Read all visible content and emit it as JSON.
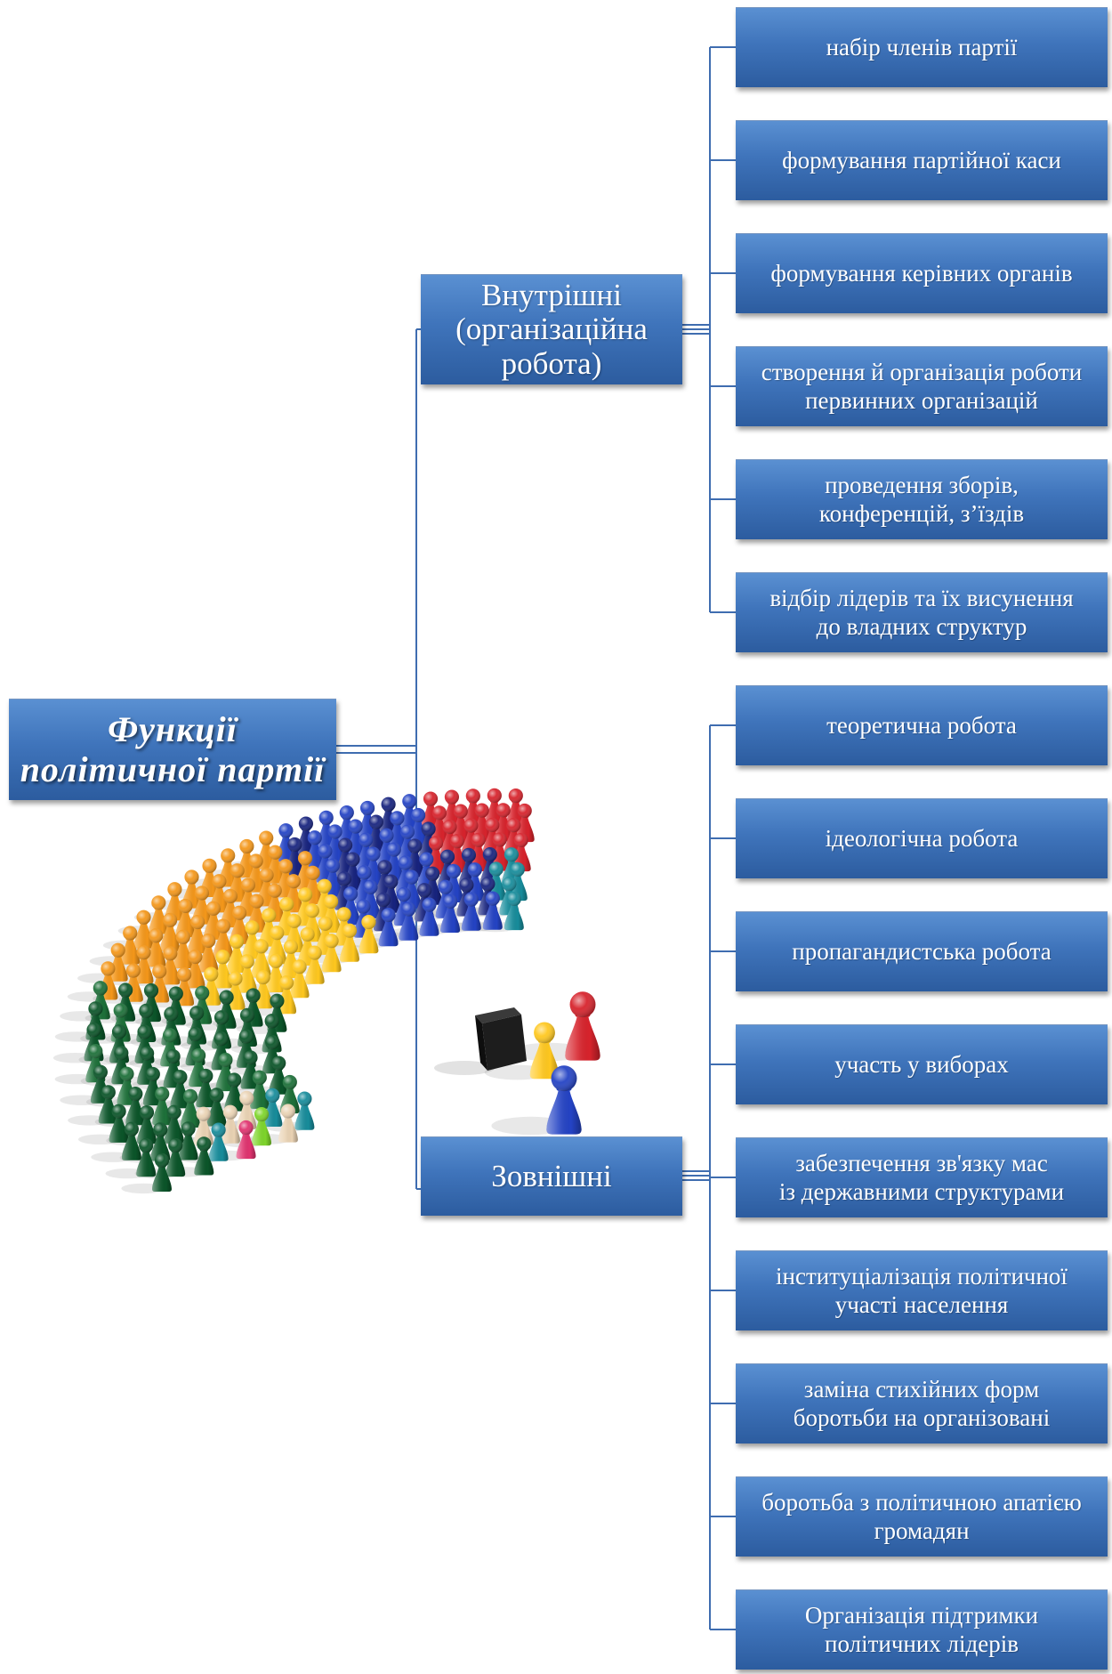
{
  "root": {
    "lines": [
      "Функції",
      "політичної партії"
    ]
  },
  "branches": [
    {
      "lines": [
        "Внутрішні",
        "(організаційна",
        "робота)"
      ],
      "items": [
        {
          "lines": [
            "набір членів партії"
          ]
        },
        {
          "lines": [
            "формування партійної каси"
          ]
        },
        {
          "lines": [
            "формування керівних органів"
          ]
        },
        {
          "lines": [
            "створення й організація роботи",
            "первинних організацій"
          ]
        },
        {
          "lines": [
            "проведення зборів,",
            "конференцій, з’їздів"
          ]
        },
        {
          "lines": [
            "відбір лідерів та їх висунення",
            "до владних структур"
          ]
        }
      ]
    },
    {
      "lines": [
        "Зовнішні"
      ],
      "items": [
        {
          "lines": [
            "теоретична робота"
          ]
        },
        {
          "lines": [
            "ідеологічна робота"
          ]
        },
        {
          "lines": [
            "пропагандистська робота"
          ]
        },
        {
          "lines": [
            "участь у виборах"
          ]
        },
        {
          "lines": [
            "забезпечення зв'язку мас",
            "із державними структурами"
          ]
        },
        {
          "lines": [
            "інституціалізація політичної",
            "участі населення"
          ]
        },
        {
          "lines": [
            "заміна стихійних форм",
            "боротьби на організовані"
          ]
        },
        {
          "lines": [
            "боротьба з політичною апатією",
            "громадян"
          ]
        },
        {
          "lines": [
            "Організація підтримки",
            "політичних лідерів"
          ]
        }
      ]
    }
  ],
  "colors": {
    "node_top": "#5a90d2",
    "node_mid": "#3f74bb",
    "node_bottom": "#2c5c9f",
    "connector": "#3f6db0"
  },
  "illustration": {
    "pawn_colors": {
      "red": "#d7232c",
      "teal": "#178c9b",
      "navy": "#17237e",
      "blue": "#2443c4",
      "orange": "#f4971a",
      "yellow": "#ffc81f",
      "darkgreen": "#0b5529",
      "green": "#1d7039",
      "pink": "#e0336f",
      "lime": "#7ed52b",
      "beige": "#ead3b4",
      "block": "#1d1d1d"
    }
  }
}
